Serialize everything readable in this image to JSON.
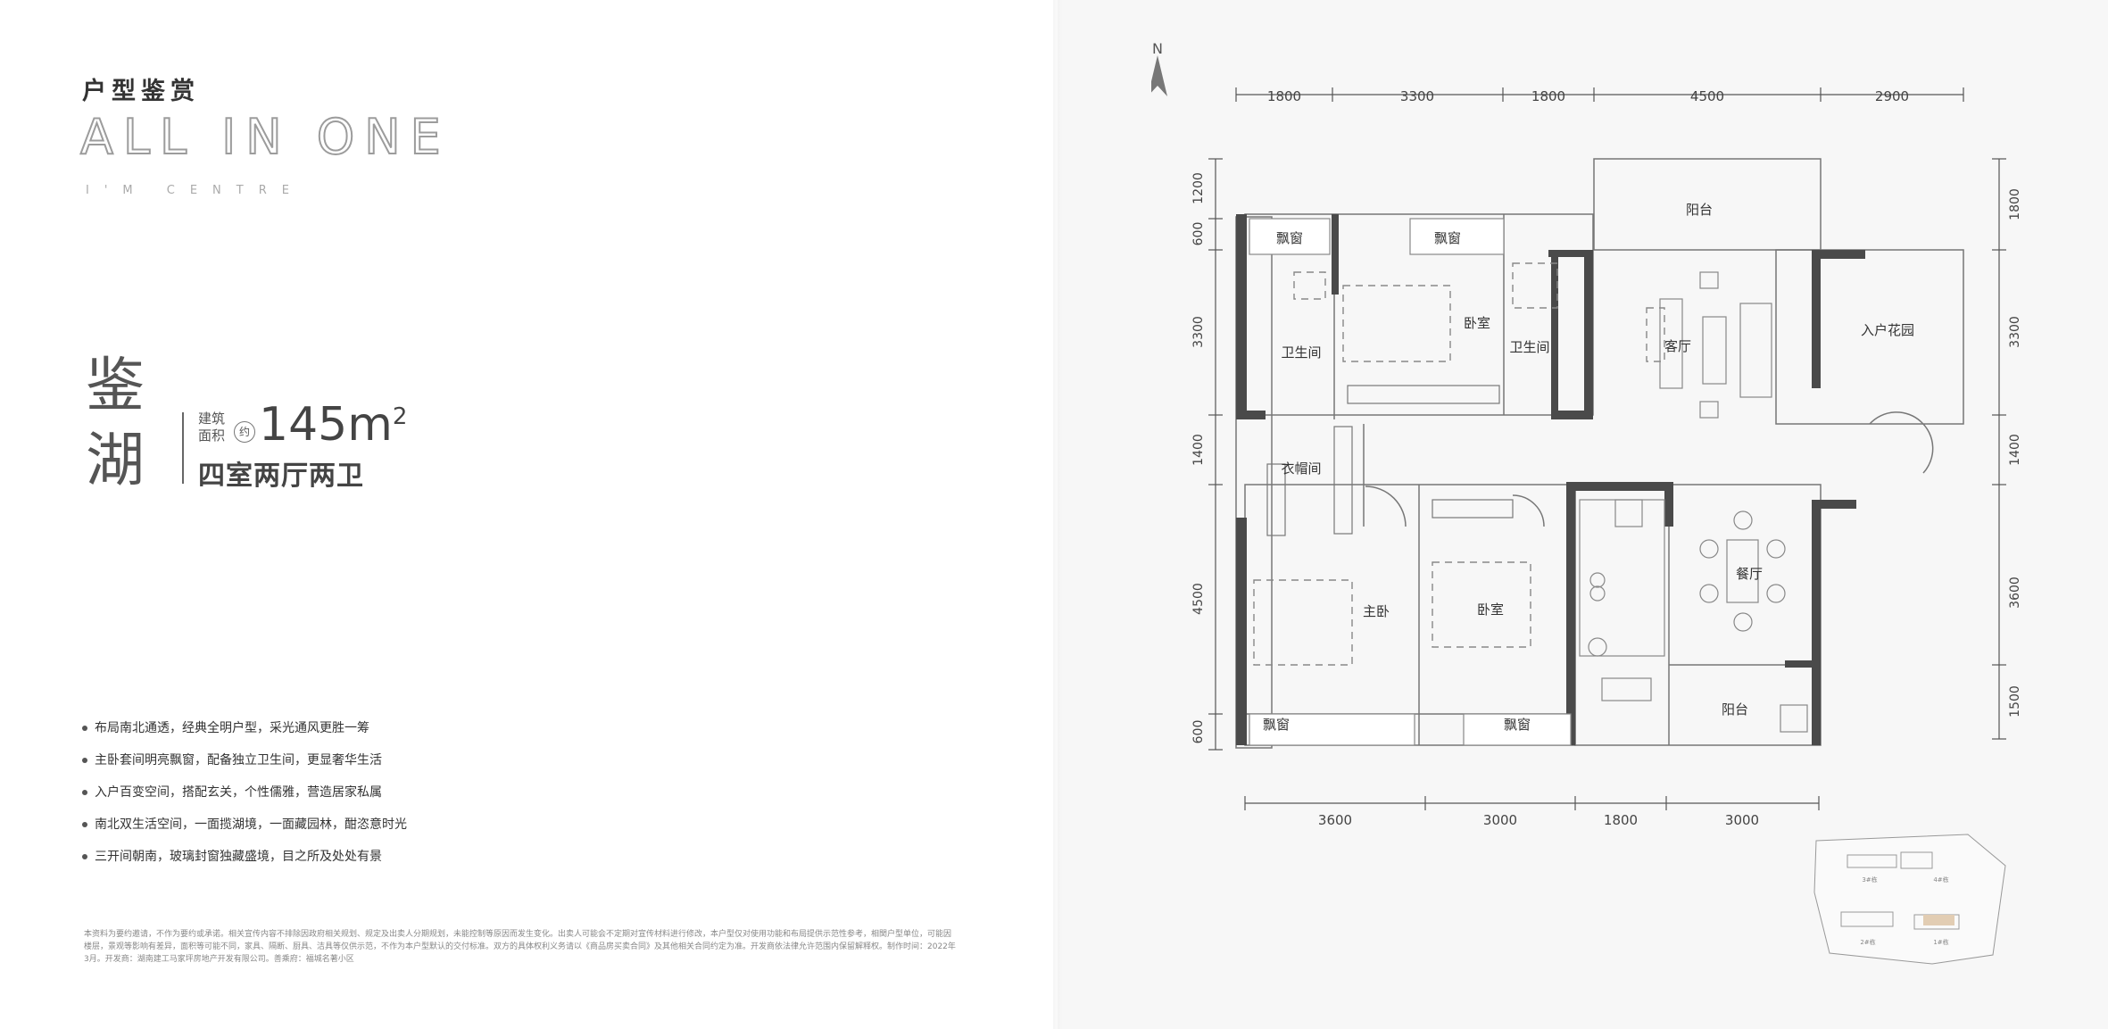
{
  "header": {
    "section_title": "户型鉴赏",
    "big_title": "ALL IN ONE",
    "sub_title": "I'M CENTRE"
  },
  "unit": {
    "name_chars": [
      "鉴",
      "湖"
    ],
    "area_label_line1": "建筑",
    "area_label_line2": "面积",
    "approx": "约",
    "area_value": "145m",
    "area_sup": "2",
    "layout": "四室两厅两卫"
  },
  "features": [
    "布局南北通透，经典全明户型，采光通风更胜一筹",
    "主卧套间明亮飘窗，配备独立卫生间，更显奢华生活",
    "入户百变空间，搭配玄关，个性儒雅，营造居家私属",
    "南北双生活空间，一面揽湖境，一面藏园林，酣恣意时光",
    "三开间朝南，玻璃封窗独藏盛境，目之所及处处有景"
  ],
  "disclaimer": "本资料为要约邀请，不作为要约或承诺。相关宣传内容不排除因政府相关规划、规定及出卖人分期规划，未能控制等原因而发生变化。出卖人可能会不定期对宣传材料进行修改，本户型仅对使用功能和布局提供示范性参考，相関户型单位，可能因楼层，景观等影响有差异，面积等可能不同，家具、隔断、厨具、洁具等仅供示范，不作为本户型默认的交付标准。双方的具体权利义务请以《商品房买卖合同》及其他相关合同约定为准。开发商依法律允许范围内保留解释权。制作时间：2022年3月。开发商：湖南建工马家坪房地产开发有限公司。善乘府：福城名著小区",
  "compass": {
    "label": "N"
  },
  "dimensions": {
    "top": [
      "1800",
      "3300",
      "1800",
      "4500",
      "2900"
    ],
    "bottom": [
      "3600",
      "3000",
      "1800",
      "3000"
    ],
    "left": [
      "1200",
      "600",
      "3300",
      "1400",
      "4500",
      "600"
    ],
    "right": [
      "1800",
      "3300",
      "1400",
      "3600",
      "1500"
    ]
  },
  "rooms": {
    "bay_window_1": "飘窗",
    "bay_window_2": "飘窗",
    "bay_window_3": "飘窗",
    "bay_window_4": "飘窗",
    "bathroom_1": "卫生间",
    "bathroom_2": "卫生间",
    "bedroom_1": "卧室",
    "bedroom_2": "卧室",
    "cloakroom": "衣帽间",
    "master_bedroom": "主卧",
    "balcony_north": "阳台",
    "balcony_south": "阳台",
    "living_room": "客厅",
    "dining_room": "餐厅",
    "entry_garden": "入户花园"
  },
  "minimap": {
    "label_a": "3#栋",
    "label_b": "4#栋",
    "label_c": "2#栋",
    "label_d": "1#栋"
  }
}
